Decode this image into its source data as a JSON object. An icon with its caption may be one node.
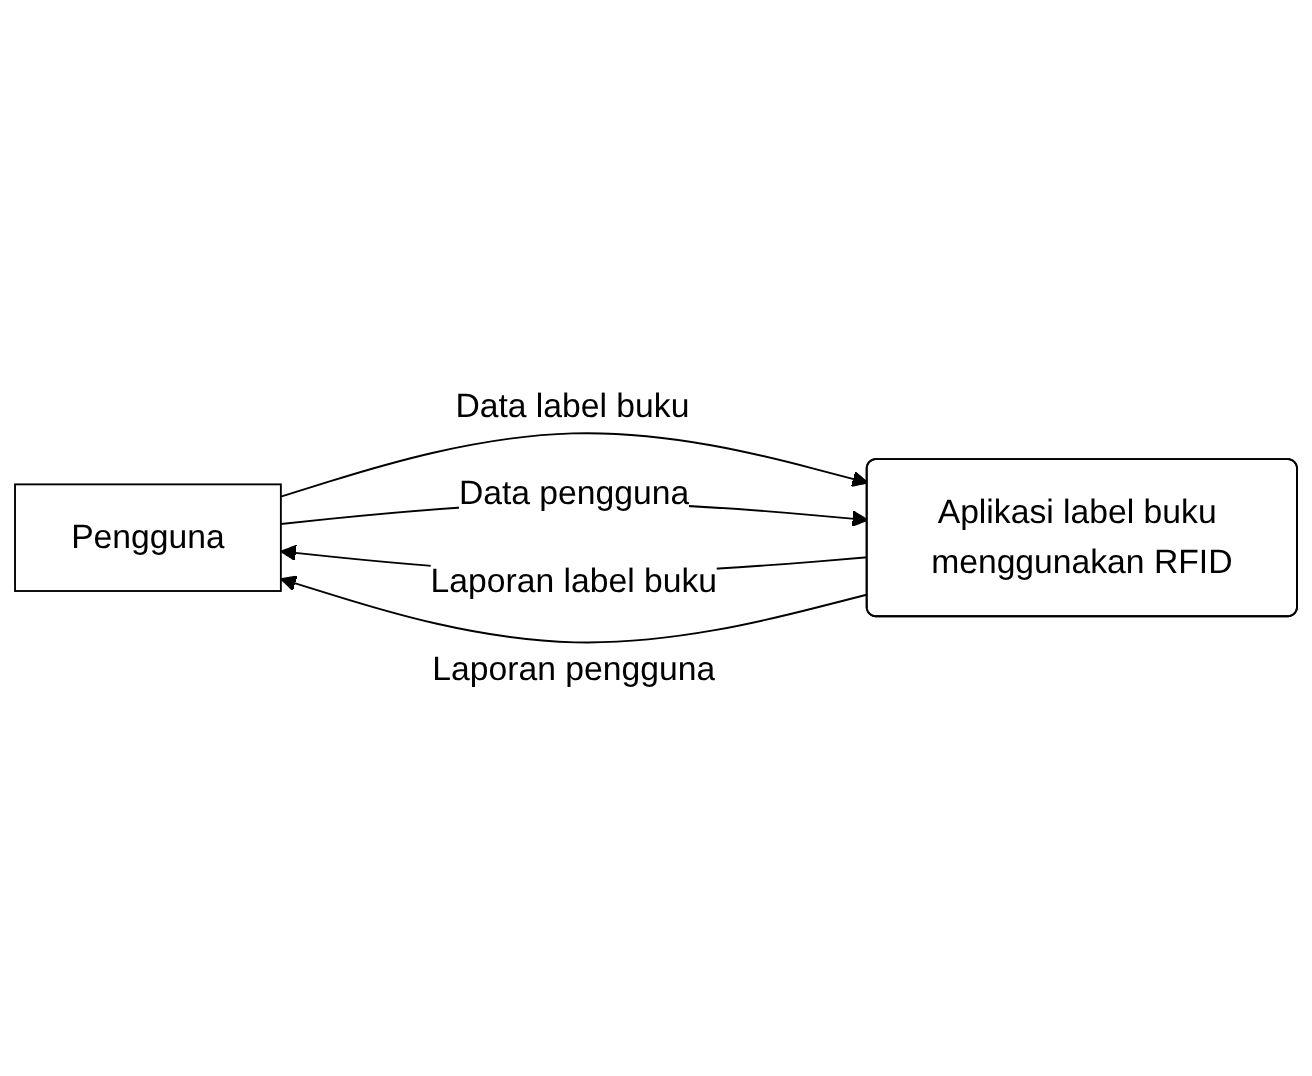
{
  "diagram": {
    "nodes": [
      {
        "text": [
          "Pengguna"
        ]
      },
      {
        "text": [
          "Aplikasi label buku menggunakan RFID"
        ]
      }
    ],
    "edges": [
      {
        "from": 1,
        "to": 0,
        "arrow": "to",
        "label": "Laporan label buku"
      },
      {
        "from": 0,
        "to": 1,
        "arrow": "to",
        "label": "Data label buku"
      },
      {
        "from": 0,
        "to": 1,
        "arrow": "to",
        "label": "Data pengguna"
      },
      {
        "from": 1,
        "to": 0,
        "arrow": "to",
        "label": "Laporan pengguna"
      }
    ]
  }
}
